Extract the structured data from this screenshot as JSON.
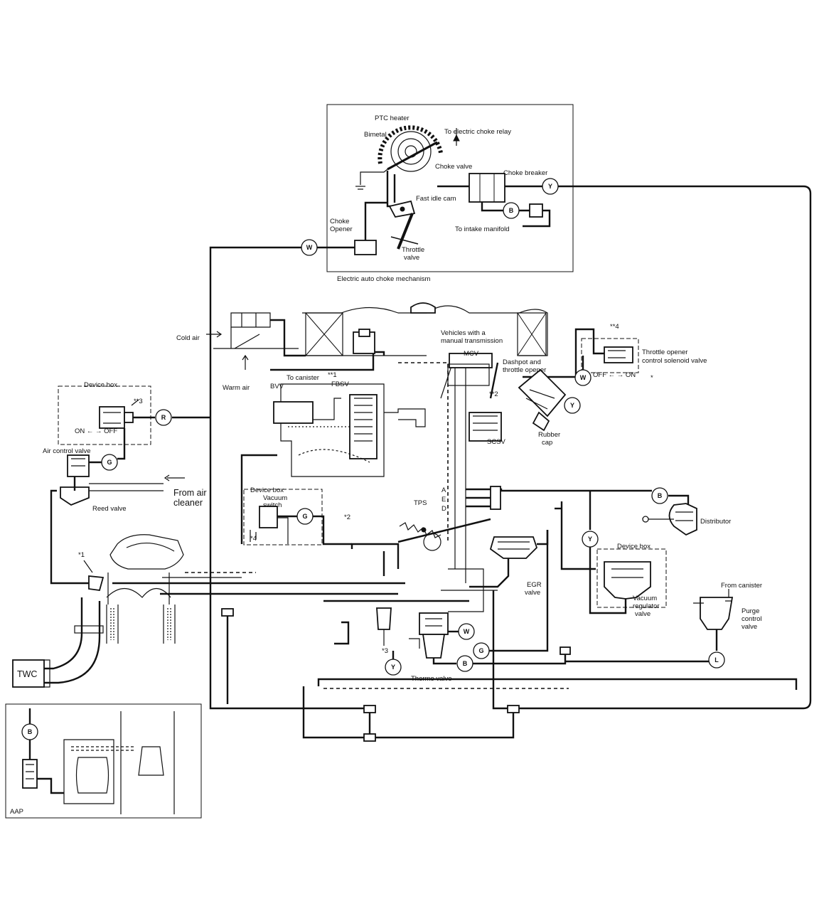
{
  "choke": {
    "title": "Electric auto choke mechanism",
    "ptc_heater": "PTC heater",
    "bimetal": "Bimetal",
    "relay": "To electric choke relay",
    "choke_valve": "Choke valve",
    "choke_breaker": "Choke breaker",
    "fast_idle_cam": "Fast idle cam",
    "choke_opener_1": "Choke",
    "choke_opener_2": "Opener",
    "to_intake": "To intake manifold",
    "throttle_1": "Throttle",
    "throttle_2": "valve"
  },
  "top": {
    "cold_air": "Cold air",
    "warm_air": "Warm air",
    "to_canister": "To canister",
    "note_1_top": "**1",
    "fbsv": "FBSV",
    "bvv": "BVV",
    "vehicles_1": "Vehicles with a",
    "vehicles_2": "manual transmission",
    "mcv": "MCV",
    "dashpot_1": "Dashpot and",
    "dashpot_2": "throttle opener",
    "note_2_top": "**2",
    "scsv": "SCSV",
    "rubber_1": "Rubber",
    "rubber_2": "cap",
    "note_4_top": "**4",
    "topener_1": "Throttle opener",
    "topener_2": "control solenoid valve",
    "off_on": "OFF ← → ON",
    "star": "*"
  },
  "left": {
    "device_box": "Device box",
    "note_3": "**3",
    "on_off": "ON ← → OFF",
    "air_control": "Air control valve",
    "reed_valve": "Reed valve",
    "from_air_1": "From air",
    "from_air_2": "cleaner",
    "note_1": "*1",
    "twc": "TWC"
  },
  "center": {
    "device_box": "Device box",
    "vacuum_1": "Vacuum",
    "vacuum_2": "switch",
    "note_4": "*4",
    "note_2": "*2",
    "tps": "TPS",
    "port_a": "A",
    "port_e": "E",
    "port_d": "D",
    "egr_1": "EGR",
    "egr_2": "valve",
    "note_3": "*3",
    "thermo": "Thermo valve"
  },
  "right": {
    "distributor": "Distributor",
    "device_box": "Device box",
    "vacuum_reg_1": "Vacuum",
    "vacuum_reg_2": "regulator",
    "vacuum_reg_3": "valve",
    "from_canister": "From canister",
    "purge_1": "Purge",
    "purge_2": "control",
    "purge_3": "valve"
  },
  "aap": {
    "label": "AAP"
  },
  "hose_tags": {
    "w_choke": "W",
    "y_breaker": "Y",
    "b_intake": "B",
    "r_left": "R",
    "g_air": "G",
    "g_vac": "G",
    "w_topener": "W",
    "y_dashpot": "Y",
    "b_dist": "B",
    "y_devbox": "Y",
    "w_thermo": "W",
    "g_thermo": "G",
    "b_thermo": "B",
    "y_thermo": "Y",
    "l_purge": "L",
    "b_aap": "B"
  }
}
